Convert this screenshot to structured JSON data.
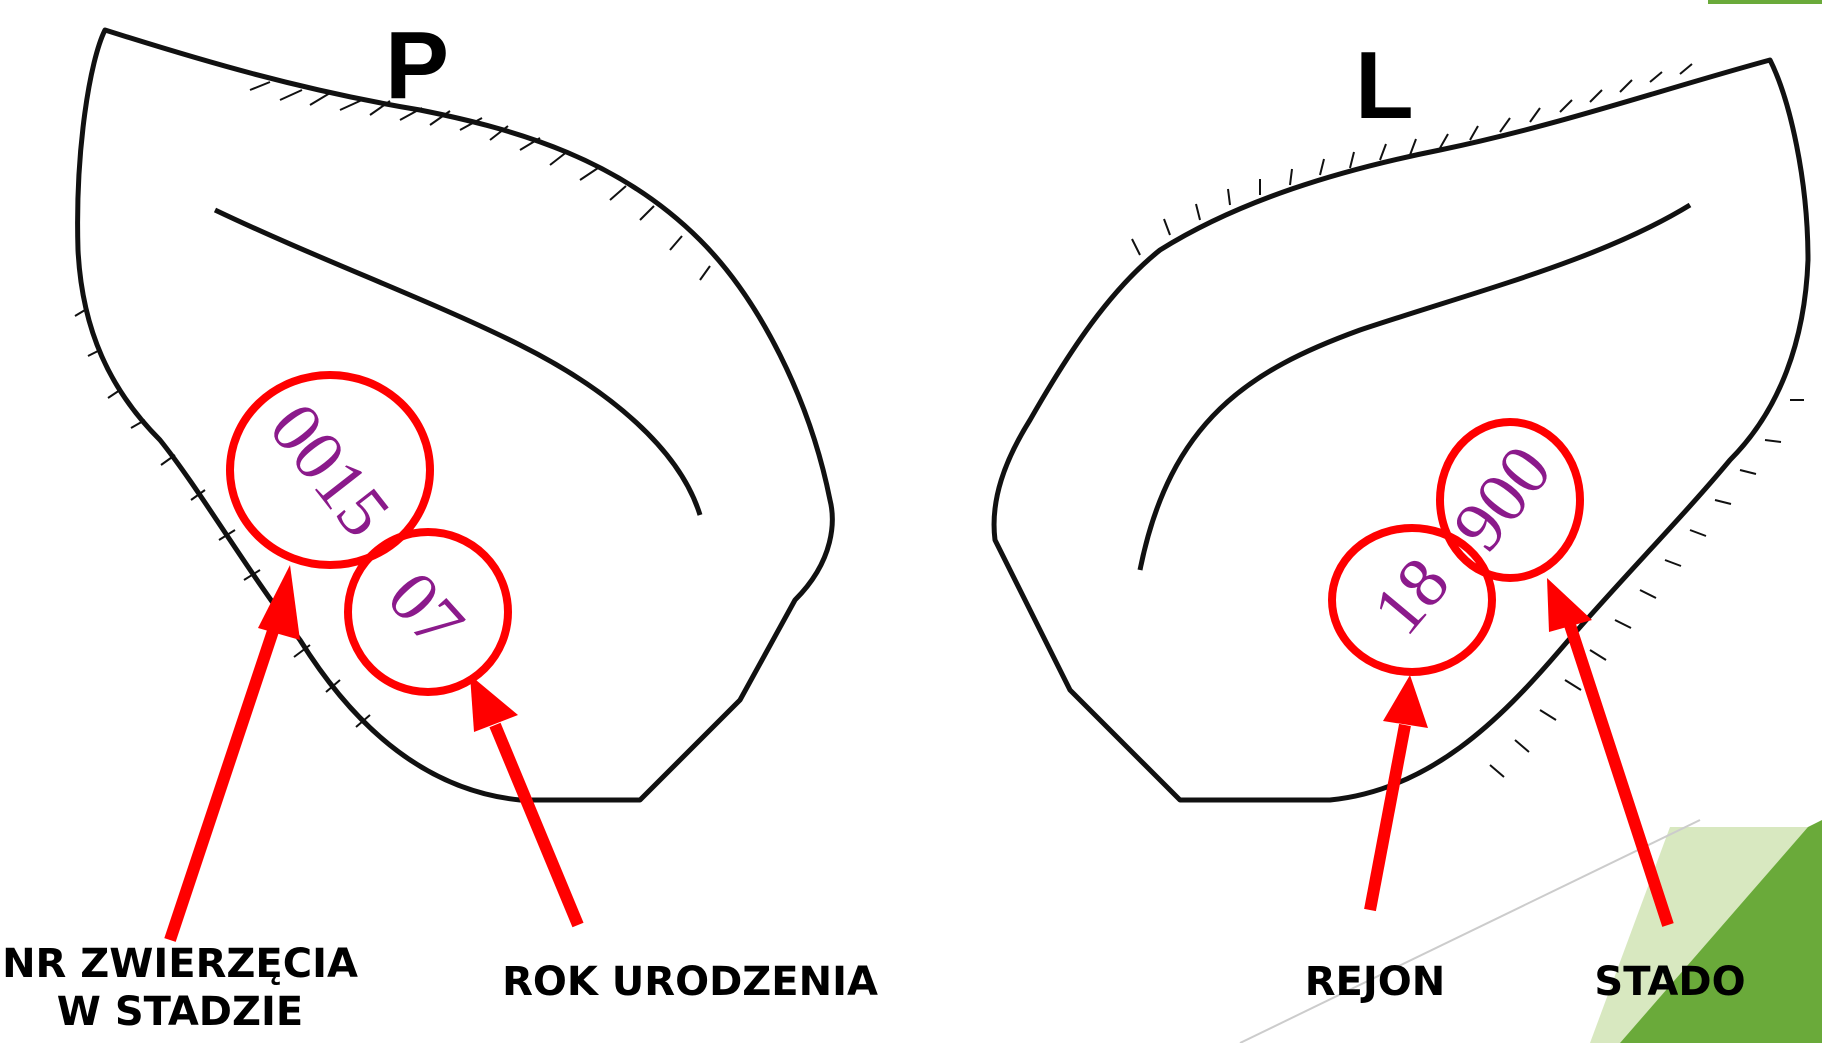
{
  "colors": {
    "background": "#ffffff",
    "outline": "#111111",
    "marker": "#ff0000",
    "tag_text": "#8b1a8b",
    "accent_green_light": "#d8e8c0",
    "accent_green": "#6aaa3a"
  },
  "left_ear": {
    "side_letter": "P",
    "tags": [
      {
        "text": "0015",
        "name": "nr-zwierzecia-tag"
      },
      {
        "text": "07",
        "name": "rok-urodzenia-tag"
      }
    ]
  },
  "right_ear": {
    "side_letter": "L",
    "tags": [
      {
        "text": "18",
        "name": "rejon-tag"
      },
      {
        "text": "900",
        "name": "stado-tag"
      }
    ]
  },
  "labels": {
    "nr_zwierzecia_line1": "NR ZWIERZĘCIA",
    "nr_zwierzecia_line2": "W STADZIE",
    "rok_urodzenia": "ROK URODZENIA",
    "rejon": "REJON",
    "stado": "STADO"
  }
}
